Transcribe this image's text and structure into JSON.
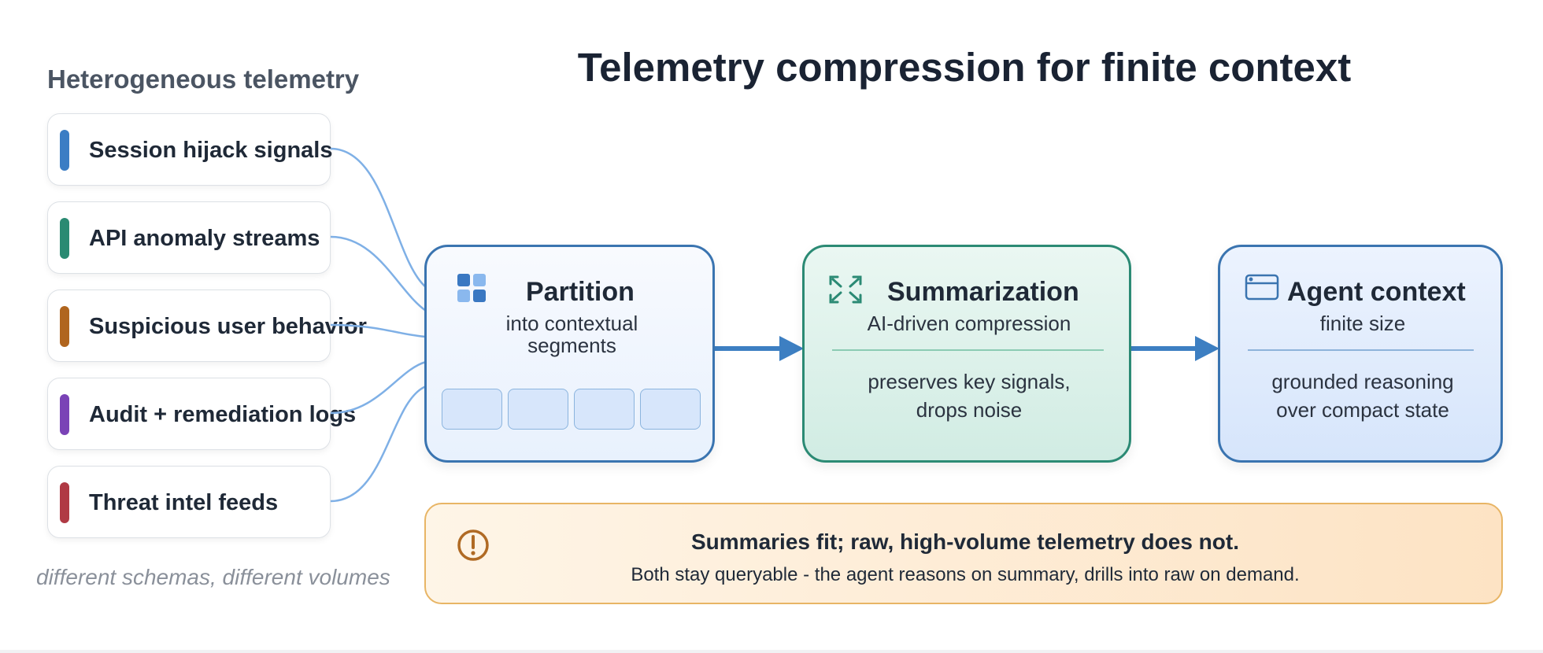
{
  "title": "Telemetry compression for finite context",
  "sources": {
    "heading": "Heterogeneous telemetry",
    "caption": "different schemas, different volumes",
    "items": [
      {
        "label": "Session hijack signals",
        "color": "#3b7dc4"
      },
      {
        "label": "API anomaly streams",
        "color": "#2a8a72"
      },
      {
        "label": "Suspicious user behavior",
        "color": "#b0651e"
      },
      {
        "label": "Audit + remediation logs",
        "color": "#7a43b6"
      },
      {
        "label": "Threat intel feeds",
        "color": "#b03a44"
      }
    ]
  },
  "stages": {
    "partition": {
      "title": "Partition",
      "subtitle_line1": "into contextual",
      "subtitle_line2": "segments",
      "icon": "grid-icon",
      "segment_count": 4
    },
    "summarization": {
      "title": "Summarization",
      "subtitle": "AI-driven compression",
      "desc_line1": "preserves key signals,",
      "desc_line2": "drops noise",
      "icon": "compress-arrows-icon"
    },
    "agent": {
      "title": "Agent context",
      "subtitle": "finite size",
      "desc_line1": "grounded reasoning",
      "desc_line2": "over compact state",
      "icon": "window-icon"
    }
  },
  "callout": {
    "title": "Summaries fit; raw, high-volume telemetry does not.",
    "body": "Both stay queryable - the agent reasons on summary, drills into raw on demand.",
    "icon": "alert-circle-icon"
  },
  "colors": {
    "blue_accent": "#3a74b0",
    "green_accent": "#2b8a74",
    "connector": "#7fb0e6",
    "arrow": "#3d7fc2",
    "callout_border": "#e8b565",
    "alert_icon": "#b06a24"
  }
}
